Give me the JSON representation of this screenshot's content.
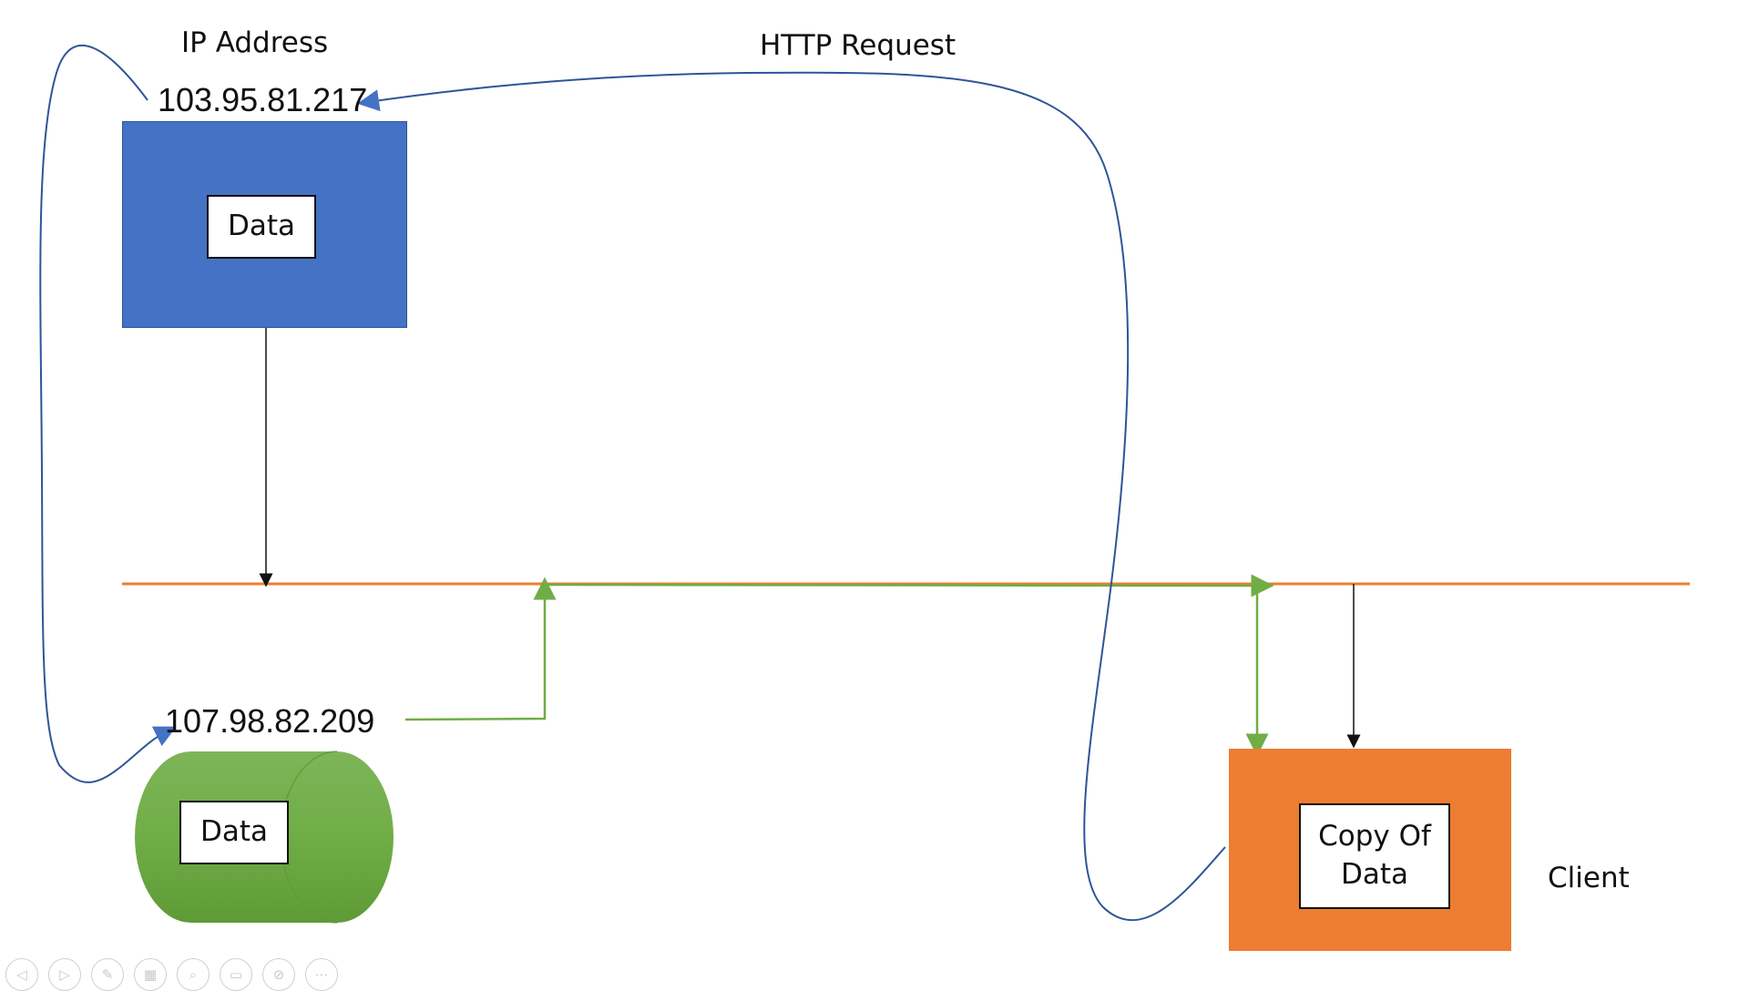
{
  "labels": {
    "ip_address_caption": "IP Address",
    "http_request_caption": "HTTP Request",
    "server_ip": "103.95.81.217",
    "db_ip": "107.98.82.209",
    "client_caption": "Client"
  },
  "server": {
    "inner_label": "Data"
  },
  "database": {
    "inner_label": "Data"
  },
  "client": {
    "inner_line1": "Copy Of",
    "inner_line2": "Data"
  },
  "colors": {
    "server_fill": "#4472C4",
    "db_fill": "#70AD47",
    "client_fill": "#ED7D31",
    "network_line": "#ED7D31",
    "data_flow": "#70AD47",
    "request_curve": "#2F5597"
  },
  "controls": [
    {
      "icon": "previous-icon",
      "glyph": "◁"
    },
    {
      "icon": "next-icon",
      "glyph": "▷"
    },
    {
      "icon": "pen-icon",
      "glyph": "✎"
    },
    {
      "icon": "slides-grid-icon",
      "glyph": "▦"
    },
    {
      "icon": "zoom-icon",
      "glyph": "⌕"
    },
    {
      "icon": "subtitles-icon",
      "glyph": "▭"
    },
    {
      "icon": "camera-off-icon",
      "glyph": "⊘"
    },
    {
      "icon": "more-options-icon",
      "glyph": "⋯"
    }
  ]
}
